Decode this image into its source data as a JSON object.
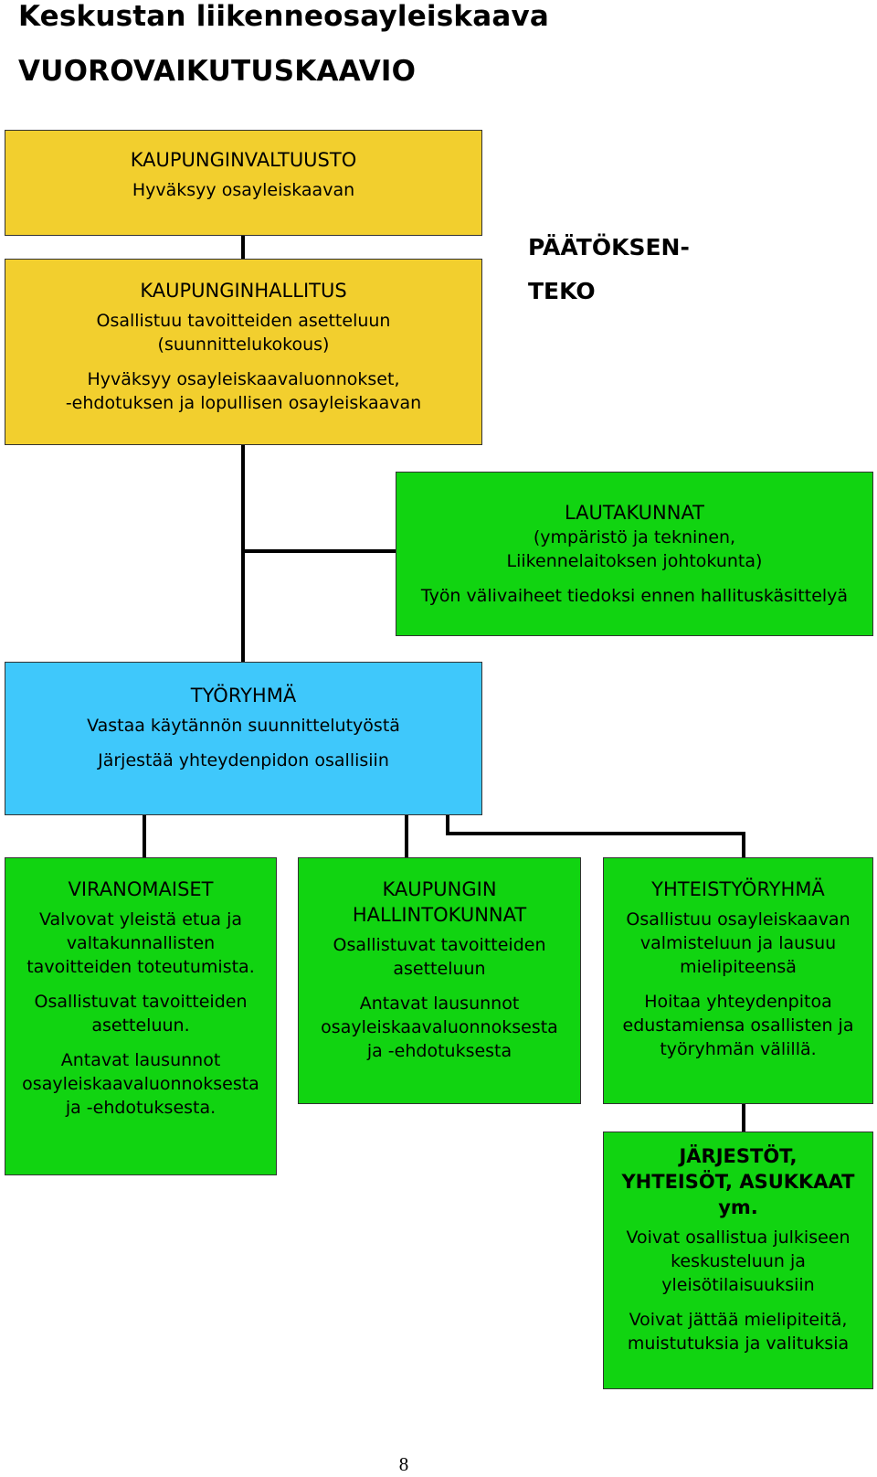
{
  "header": {
    "title": "Keskustan liikenneosayleiskaava",
    "subtitle": "VUOROVAIKUTUSKAAVIO"
  },
  "decision_label": {
    "line1": "PÄÄTÖKSEN-",
    "line2": "TEKO"
  },
  "boxes": {
    "valtuusto": {
      "heading": "KAUPUNGINVALTUUSTO",
      "lines": [
        "Hyväksyy osayleiskaavan"
      ]
    },
    "hallitus": {
      "heading": "KAUPUNGINHALLITUS",
      "lines": [
        "Osallistuu tavoitteiden asetteluun",
        "(suunnittelukokous)",
        "Hyväksyy osayleiskaavaluonnokset,",
        "-ehdotuksen ja lopullisen osayleiskaavan"
      ]
    },
    "lautakunnat": {
      "heading": "LAUTAKUNNAT",
      "lines": [
        "(ympäristö ja tekninen,",
        "Liikennelaitoksen johtokunta)",
        "Työn välivaiheet tiedoksi ennen hallituskäsittelyä"
      ]
    },
    "tyoryhma": {
      "heading": "TYÖRYHMÄ",
      "lines": [
        "Vastaa käytännön suunnittelutyöstä",
        "Järjestää yhteydenpidon osallisiin"
      ]
    },
    "viranomaiset": {
      "heading": "VIRANOMAISET",
      "lines": [
        "Valvovat yleistä etua ja",
        "valtakunnallisten",
        "tavoitteiden toteutumista.",
        "Osallistuvat tavoitteiden",
        "asetteluun.",
        "Antavat lausunnot",
        "osayleiskaavaluonnoksesta",
        "ja -ehdotuksesta."
      ]
    },
    "hallintokunnat": {
      "heading1": "KAUPUNGIN",
      "heading2": "HALLINTOKUNNAT",
      "lines": [
        "Osallistuvat tavoitteiden",
        "asetteluun",
        "Antavat lausunnot",
        "osayleiskaavaluonnoksesta",
        "ja -ehdotuksesta"
      ]
    },
    "yhteistyoryhma": {
      "heading": "YHTEISTYÖRYHMÄ",
      "lines": [
        "Osallistuu osayleiskaavan",
        "valmisteluun ja lausuu",
        "mielipiteensä",
        "Hoitaa yhteydenpitoa",
        "edustamiensa osallisten ja",
        "työryhmän välillä."
      ]
    },
    "jarjestot": {
      "heading1": "JÄRJESTÖT,",
      "heading2": "YHTEISÖT, ASUKKAAT",
      "heading3": "ym.",
      "lines": [
        "Voivat osallistua julkiseen",
        "keskusteluun ja",
        "yleisötilaisuuksiin",
        "Voivat jättää mielipiteitä,",
        "muistutuksia ja valituksia"
      ]
    }
  },
  "colors": {
    "decision_boxes": "#f2cf2e",
    "participant_boxes": "#11d411",
    "working_group": "#3fc8fb"
  },
  "page_number": "8"
}
